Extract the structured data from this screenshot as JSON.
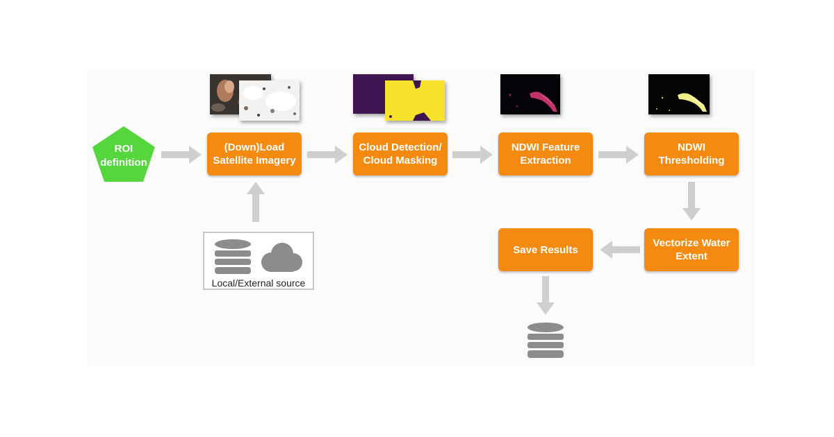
{
  "diagram": {
    "roi": {
      "label": "ROI\ndefinition",
      "color": "#55d63c"
    },
    "steps": [
      {
        "id": "load",
        "label": "(Down)Load\nSatellite Imagery"
      },
      {
        "id": "cloud",
        "label": "Cloud Detection/\nCloud Masking"
      },
      {
        "id": "ndwi_feature",
        "label": "NDWI Feature\nExtraction"
      },
      {
        "id": "ndwi_threshold",
        "label": "NDWI\nThresholding"
      },
      {
        "id": "vectorize",
        "label": "Vectorize Water\nExtent"
      },
      {
        "id": "save",
        "label": "Save Results"
      }
    ],
    "source": {
      "label": "Local/External source"
    },
    "colors": {
      "box": "#f48a10",
      "arrow": "#cfcfcf",
      "icon": "#8c8c8c",
      "roi": "#55d63c"
    },
    "icons": [
      "database-icon",
      "cloud-icon",
      "database-icon"
    ]
  }
}
